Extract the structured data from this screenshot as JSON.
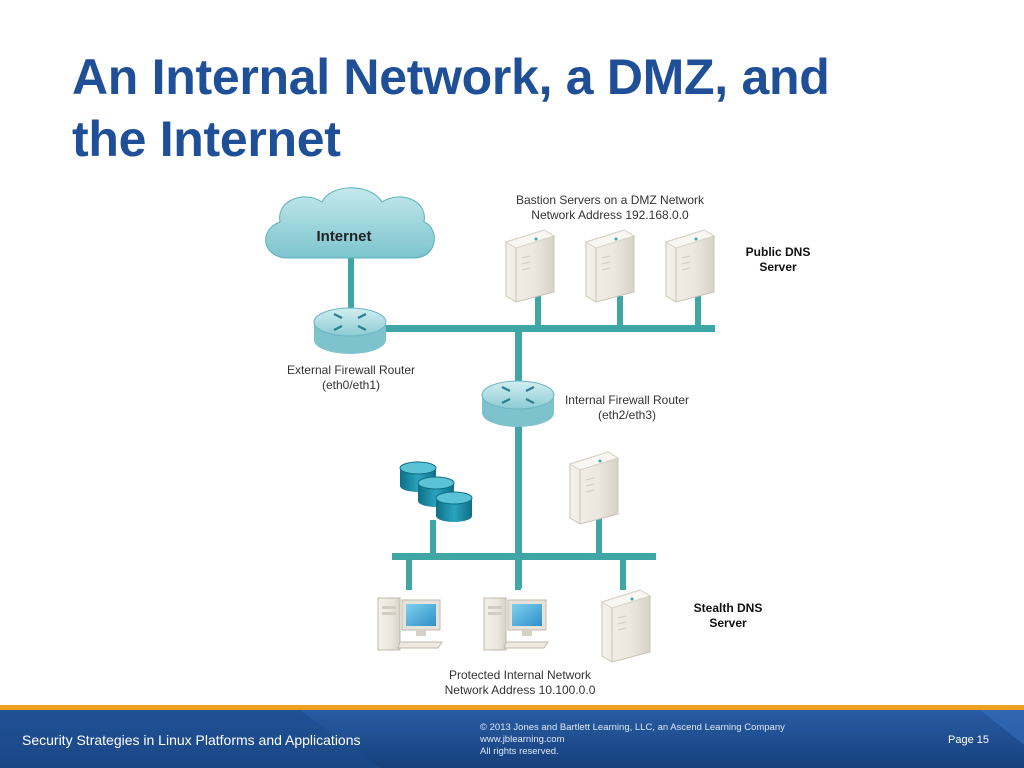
{
  "slide": {
    "title_line1": "An Internal Network, a DMZ, and",
    "title_line2": "the Internet"
  },
  "diagram": {
    "internet_label": "Internet",
    "dmz_label_line1": "Bastion Servers on a DMZ Network",
    "dmz_label_line2": "Network Address 192.168.0.0",
    "public_dns_line1": "Public DNS",
    "public_dns_line2": "Server",
    "external_router_line1": "External Firewall Router",
    "external_router_line2": "(eth0/eth1)",
    "internal_router_line1": "Internal Firewall Router",
    "internal_router_line2": "(eth2/eth3)",
    "stealth_dns_line1": "Stealth DNS",
    "stealth_dns_line2": "Server",
    "protected_line1": "Protected Internal Network",
    "protected_line2": "Network Address 10.100.0.0",
    "colors": {
      "network_line": "#3fa5a5",
      "cloud": "#9ed6dc",
      "router": "#a8dce3",
      "database": "#1e8fa8"
    }
  },
  "footer": {
    "course": "Security Strategies in Linux Platforms and Applications",
    "copyright_line1": "© 2013 Jones and Bartlett Learning, LLC, an Ascend Learning Company",
    "copyright_line2": "www.jblearning.com",
    "copyright_line3": "All rights reserved.",
    "page": "Page 15"
  }
}
